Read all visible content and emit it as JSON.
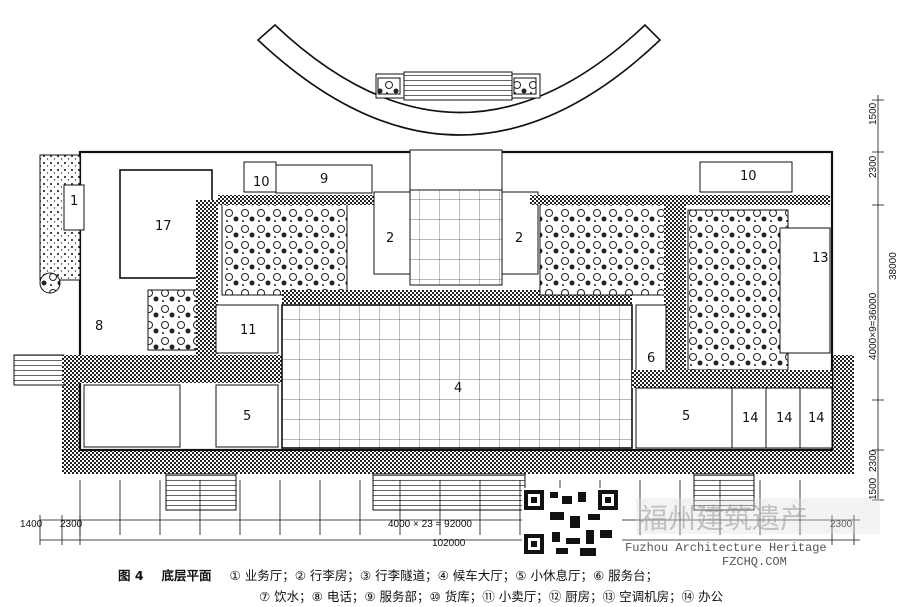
{
  "caption": {
    "figure": "图 4",
    "title": "底层平面",
    "legend_line1": "① 业务厅；② 行李房；③ 行李隧道；④ 候车大厅；⑤ 小休息厅；⑥ 服务台；",
    "legend_line2": "⑦ 饮水；⑧ 电话；⑨ 服务部；⑩ 货库；⑪ 小卖厅；⑫ 厨房；⑬ 空调机房；⑭ 办公"
  },
  "room_labels": {
    "r1": "1",
    "r17": "17",
    "r10a": "10",
    "r9": "9",
    "r2a": "2",
    "r2b": "2",
    "r10b": "10",
    "r13": "13",
    "r11": "11",
    "r5a": "5",
    "r4": "4",
    "r6": "6",
    "r5b": "5",
    "r14a": "14",
    "r14b": "14",
    "r14c": "14",
    "r8": "8"
  },
  "dimensions": {
    "d1400": "1400",
    "d2300a": "2300",
    "grid_formula": "4000 × 23 = 92000",
    "total": "102000",
    "d2300b": "2300",
    "r1500a": "1500",
    "r2300a": "2300",
    "r38000": "38000",
    "r4000x9": "4000×9=36000",
    "r2300b": "2300",
    "r1500b": "1500"
  },
  "watermark": {
    "cn": "福州建筑遗产",
    "en": "Fuzhou Architecture Heritage",
    "url": "FZCHQ.COM"
  }
}
